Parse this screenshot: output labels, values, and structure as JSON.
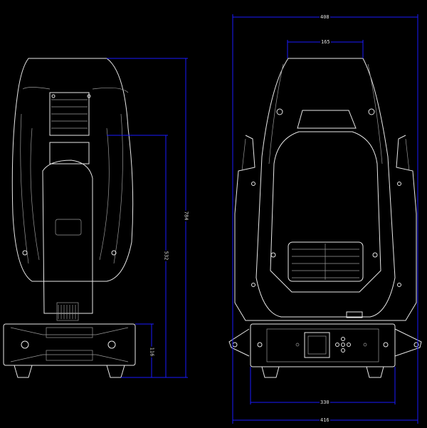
{
  "dimensions": {
    "side_total_height": "784",
    "side_yoke_height": "532",
    "side_base_height": "116",
    "front_total_width": "408",
    "front_head_top_width": "165",
    "front_base_width": "330",
    "front_handle_width": "416"
  },
  "colors": {
    "background": "#000000",
    "lines": "#e8e8e8",
    "dimension": "#1a1aff"
  }
}
